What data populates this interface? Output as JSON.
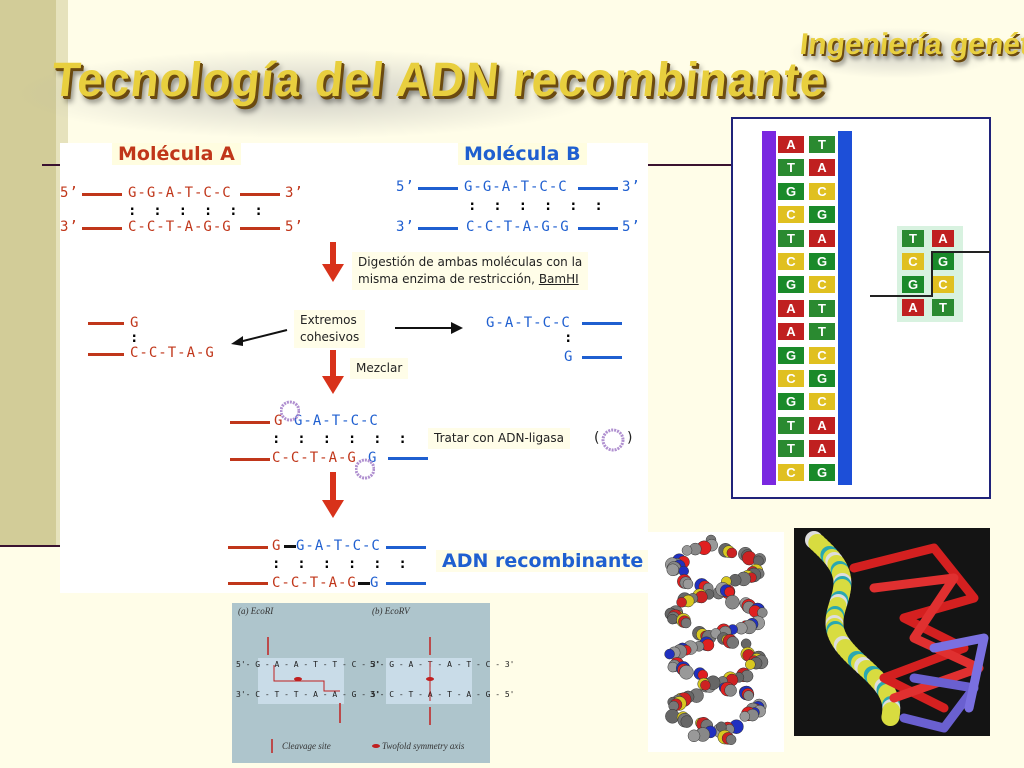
{
  "titles": {
    "main": "Tecnología del ADN recombinante",
    "sub": "Ingeniería genética"
  },
  "molA": {
    "label": "Molécula A",
    "top_5": "5’",
    "top_seq": "G-G-A-T-C-C",
    "top_3": "3’",
    "mid": ":  :  :  :  :  :",
    "bot_3": "3’",
    "bot_seq": "C-C-T-A-G-G",
    "bot_5": "5’"
  },
  "molB": {
    "label": "Molécula B",
    "top_5": "5’",
    "top_seq": "G-G-A-T-C-C",
    "top_3": "3’",
    "mid": ":  :  :  :  :  :",
    "bot_3": "3’",
    "bot_seq": "C-C-T-A-G-G",
    "bot_5": "5’"
  },
  "steps": {
    "digest_line1": "Digestión de ambas moléculas con la",
    "digest_line2": "misma enzima de restricción,",
    "enzyme": "BamHI",
    "sticky_line1": "Extremos",
    "sticky_line2": "cohesivos",
    "mix": "Mezclar",
    "ligase": "Tratar con ADN-ligasa",
    "ligase_paren_l": "(",
    "ligase_paren_r": ")",
    "result": "ADN recombinante"
  },
  "sticky_left": {
    "top": "G",
    "mid": ":",
    "bot": "C-C-T-A-G"
  },
  "sticky_right": {
    "top": "G-A-T-C-C",
    "mid": ":",
    "bot": "G"
  },
  "mixed": {
    "top_red": "G",
    "top_blue": "G-A-T-C-C",
    "mid": ":  :  :  :  :  :",
    "bot_red": "C-C-T-A-G",
    "bot_blue": "G"
  },
  "recomb": {
    "top_red": "G",
    "top_blue": "G-A-T-C-C",
    "mid": ":  :  :  :  :  :",
    "bot_red": "C-C-T-A-G",
    "bot_blue": "G"
  },
  "dna_ladder": {
    "colors": {
      "A": "#c02020",
      "T": "#2a8a30",
      "G": "#1a8a2a",
      "C": "#e0c020",
      "backbone": "#7a28e0",
      "backbone2": "#1d4fd8"
    },
    "pairs": [
      [
        "A",
        "T"
      ],
      [
        "T",
        "A"
      ],
      [
        "G",
        "C"
      ],
      [
        "C",
        "G"
      ],
      [
        "T",
        "A"
      ],
      [
        "C",
        "G"
      ],
      [
        "G",
        "C"
      ],
      [
        "A",
        "T"
      ],
      [
        "A",
        "T"
      ],
      [
        "G",
        "C"
      ],
      [
        "C",
        "G"
      ],
      [
        "G",
        "C"
      ],
      [
        "T",
        "A"
      ],
      [
        "T",
        "A"
      ],
      [
        "C",
        "G"
      ]
    ],
    "inset_pairs": [
      [
        "T",
        "A"
      ],
      [
        "C",
        "G"
      ],
      [
        "G",
        "C"
      ],
      [
        "A",
        "T"
      ]
    ]
  },
  "figure": {
    "a_label": "(a)  EcoRI",
    "b_label": "(b)  EcoRV",
    "a_top": "5'- G - A - A - T - T - C - 3'",
    "a_bot": "3'- C - T - T - A - A - G - 5'",
    "b_top": "5'- G - A - T - A - T - C - 3'",
    "b_bot": "3'- C - T - A - T - A - G - 5'",
    "legend_cleavage": "Cleavage site",
    "legend_symmetry": "Twofold symmetry axis"
  }
}
